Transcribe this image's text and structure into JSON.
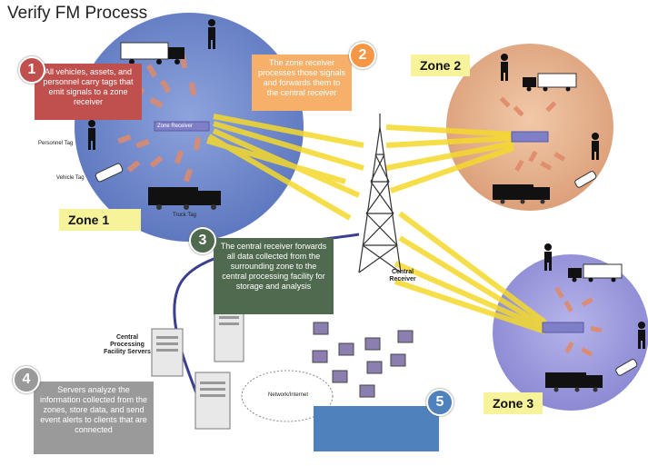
{
  "title": "Verify FM Process",
  "zones": [
    {
      "label": "Zone 1"
    },
    {
      "label": "Zone 2"
    },
    {
      "label": "Zone 3"
    }
  ],
  "steps": [
    {
      "number": "1",
      "text": "All vehicles, assets, and personnel carry tags that emit signals to a zone receiver",
      "color": "#c0504d"
    },
    {
      "number": "2",
      "text": "The zone receiver processes those signals and forwards them to the central receiver",
      "color": "#f79646"
    },
    {
      "number": "3",
      "text": "The central receiver forwards all data collected from the surrounding zone to the central processing facility for storage and analysis",
      "color": "#4f6a4f"
    },
    {
      "number": "4",
      "text": "Servers analyze the information collected from the zones, store data, and send event alerts to clients that are connected",
      "color": "#9a9a9a"
    },
    {
      "number": "5",
      "text": "",
      "color": "#4f81bd"
    }
  ],
  "labels": {
    "zone_receiver": "Zone Receiver",
    "personnel_tag": "Personnel Tag",
    "vehicle_tag": "Vehicle Tag",
    "truck_tag": "Truck Tag",
    "central_receiver": "Central Receiver",
    "central_processing": "Central Processing Facility Servers",
    "network": "Network/Internet"
  },
  "colors": {
    "zone1_fill": "#6d86c9",
    "zone2_fill": "#e6b18e",
    "zone3_fill": "#9d9bdc",
    "signal": "#f5d92b",
    "tag_wave": "#e08a6a",
    "receiver": "#7f7fc8"
  }
}
